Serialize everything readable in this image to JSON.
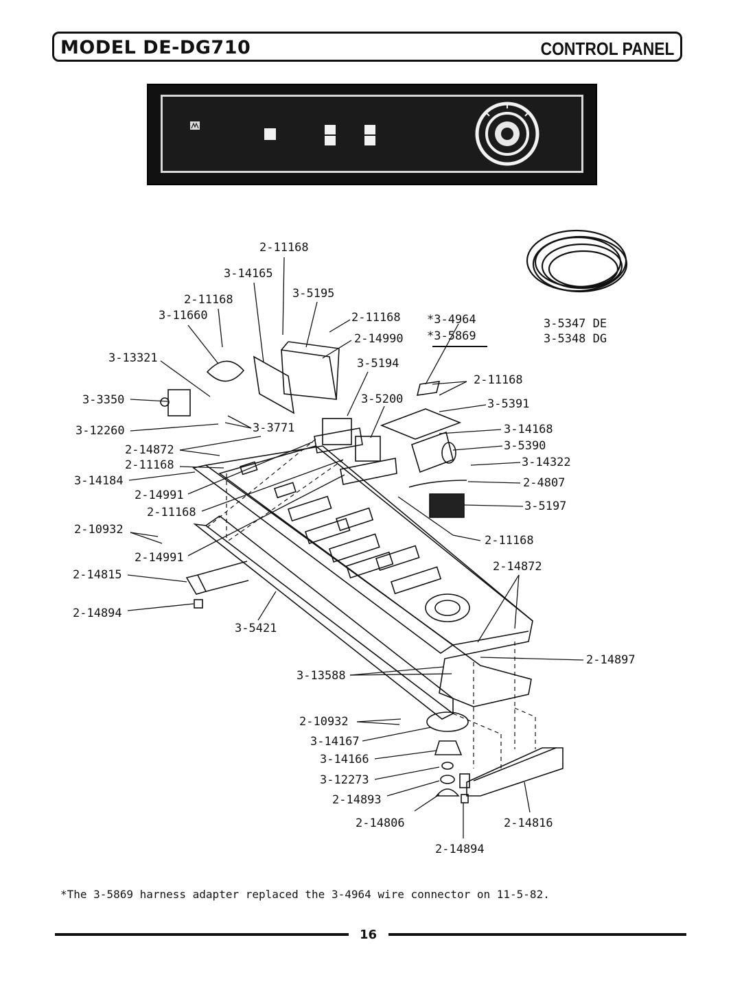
{
  "header": {
    "model": "MODEL DE-DG710",
    "section": "CONTROL PANEL"
  },
  "panel_brand": "MAYTAG",
  "harness_labels": [
    "3-5347 DE",
    "3-5348 DG"
  ],
  "parts": [
    "2-11168",
    "3-14165",
    "3-5195",
    "2-11168",
    "3-11660",
    "2-11168",
    "2-14990",
    "*3-4964",
    "*3-5869",
    "3-13321",
    "3-5194",
    "2-11168",
    "3-3350",
    "3-5200",
    "3-5391",
    "3-12260",
    "3-3771",
    "3-14168",
    "2-14872",
    "3-5390",
    "2-11168",
    "3-14322",
    "3-14184",
    "2-14991",
    "2-4807",
    "2-11168",
    "3-5197",
    "2-10932",
    "2-14991",
    "2-11168",
    "2-14815",
    "2-14872",
    "2-14894",
    "3-5421",
    "2-14897",
    "3-13588",
    "2-10932",
    "3-14167",
    "3-14166",
    "3-12273",
    "2-14893",
    "2-14806",
    "2-14816",
    "2-14894"
  ],
  "footnote": "*The 3-5869 harness adapter replaced the 3-4964 wire connector on 11-5-82.",
  "page_number": "16"
}
